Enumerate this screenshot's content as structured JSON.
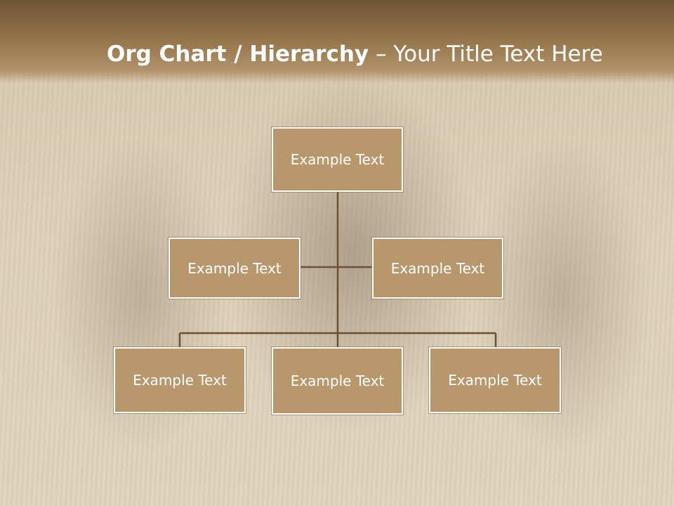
{
  "title": {
    "part1": "Org Chart / Hierarchy",
    "part2": " – ",
    "part3": "Your Title Text Here"
  },
  "org_chart": {
    "root": "Example Text",
    "level2": [
      "Example Text",
      "Example Text"
    ],
    "level3": [
      "Example Text",
      "Example Text",
      "Example Text"
    ]
  },
  "colors": {
    "box_fill": "#b8976d",
    "box_border": "#ffffff",
    "connector": "#6b5033",
    "title_bar": "#8a6b43"
  }
}
